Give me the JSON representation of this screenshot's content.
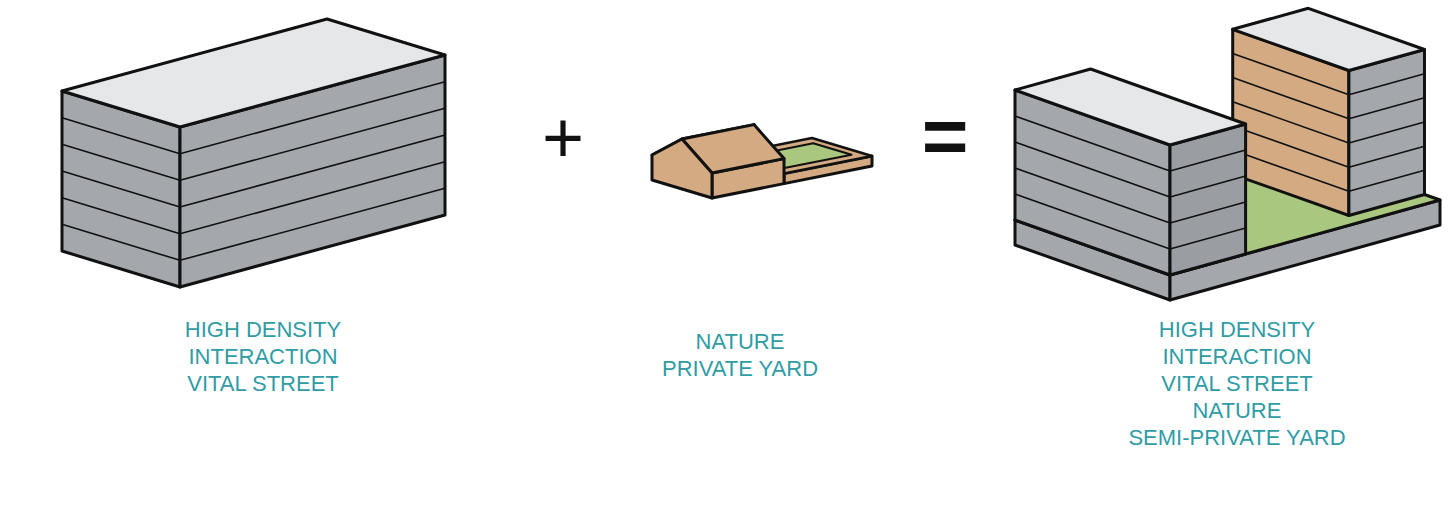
{
  "diagram": {
    "labels": [
      "HIGH DENSITY INTERACTION VITAL STREET",
      "+",
      "NATURE PRIVATE YARD",
      "=",
      "HIGH DENSITY INTERACTION VITAL STREET NATURE SEMI-PRIVATE YARD"
    ]
  }
}
